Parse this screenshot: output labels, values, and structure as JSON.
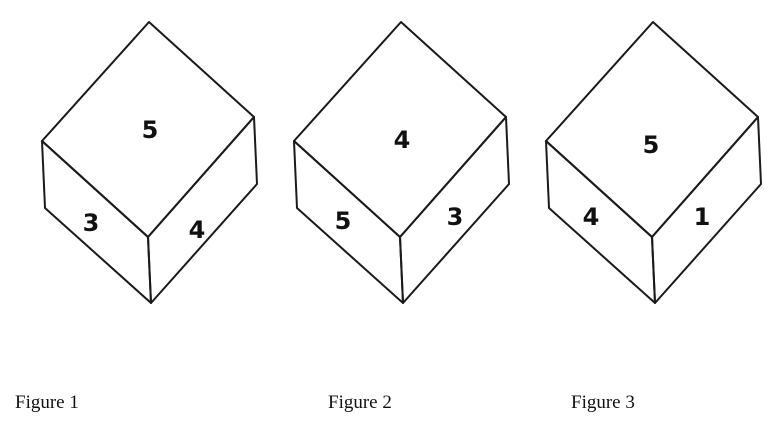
{
  "figures": [
    {
      "caption": "Figure 1",
      "faces": {
        "top": "5",
        "left": "3",
        "right": "4"
      }
    },
    {
      "caption": "Figure 2",
      "faces": {
        "top": "4",
        "left": "5",
        "right": "3"
      }
    },
    {
      "caption": "Figure 3",
      "faces": {
        "top": "5",
        "left": "4",
        "right": "1"
      }
    }
  ]
}
